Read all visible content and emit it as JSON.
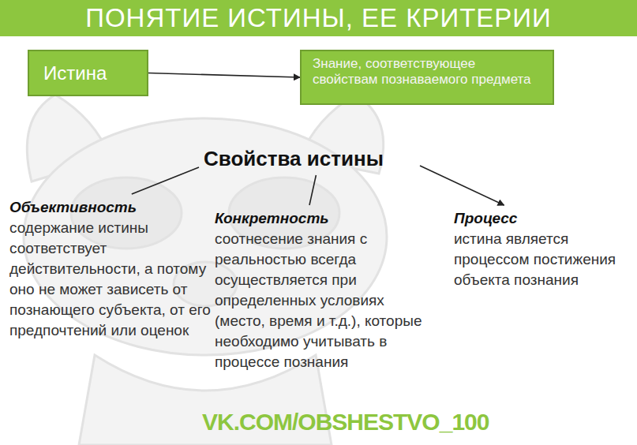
{
  "diagram": {
    "title": "ПОНЯТИЕ ИСТИНЫ, ЕЕ КРИТЕРИИ",
    "nodes": [
      {
        "text": [
          "Истина"
        ]
      },
      {
        "text": [
          "Знание, соответствующее свойствам познаваемого предмета"
        ]
      },
      {
        "text": [
          "Свойства истины"
        ]
      },
      {
        "text": [
          "Объективность",
          "содержание истины соответствует действительности, а потому оно не может зависеть от познающего субъекта, от его предпочтений или оценок"
        ]
      },
      {
        "text": [
          "Конкретность",
          "соотнесение знания с реальностью всегда осуществляется при определенных условиях (место, время и т.д.), которые необходимо учитывать в процессе познания"
        ]
      },
      {
        "text": [
          "Процесс",
          "истина является процессом постижения объекта познания"
        ]
      }
    ],
    "edges": [
      {
        "from": 0,
        "to": 1,
        "arrow": "to"
      },
      {
        "from": 2,
        "to": 3,
        "arrow": "none"
      },
      {
        "from": 2,
        "to": 4,
        "arrow": "none"
      },
      {
        "from": 2,
        "to": 5,
        "arrow": "to"
      }
    ],
    "labels": [
      "VK.COM/OBSHESTVO_100"
    ]
  }
}
